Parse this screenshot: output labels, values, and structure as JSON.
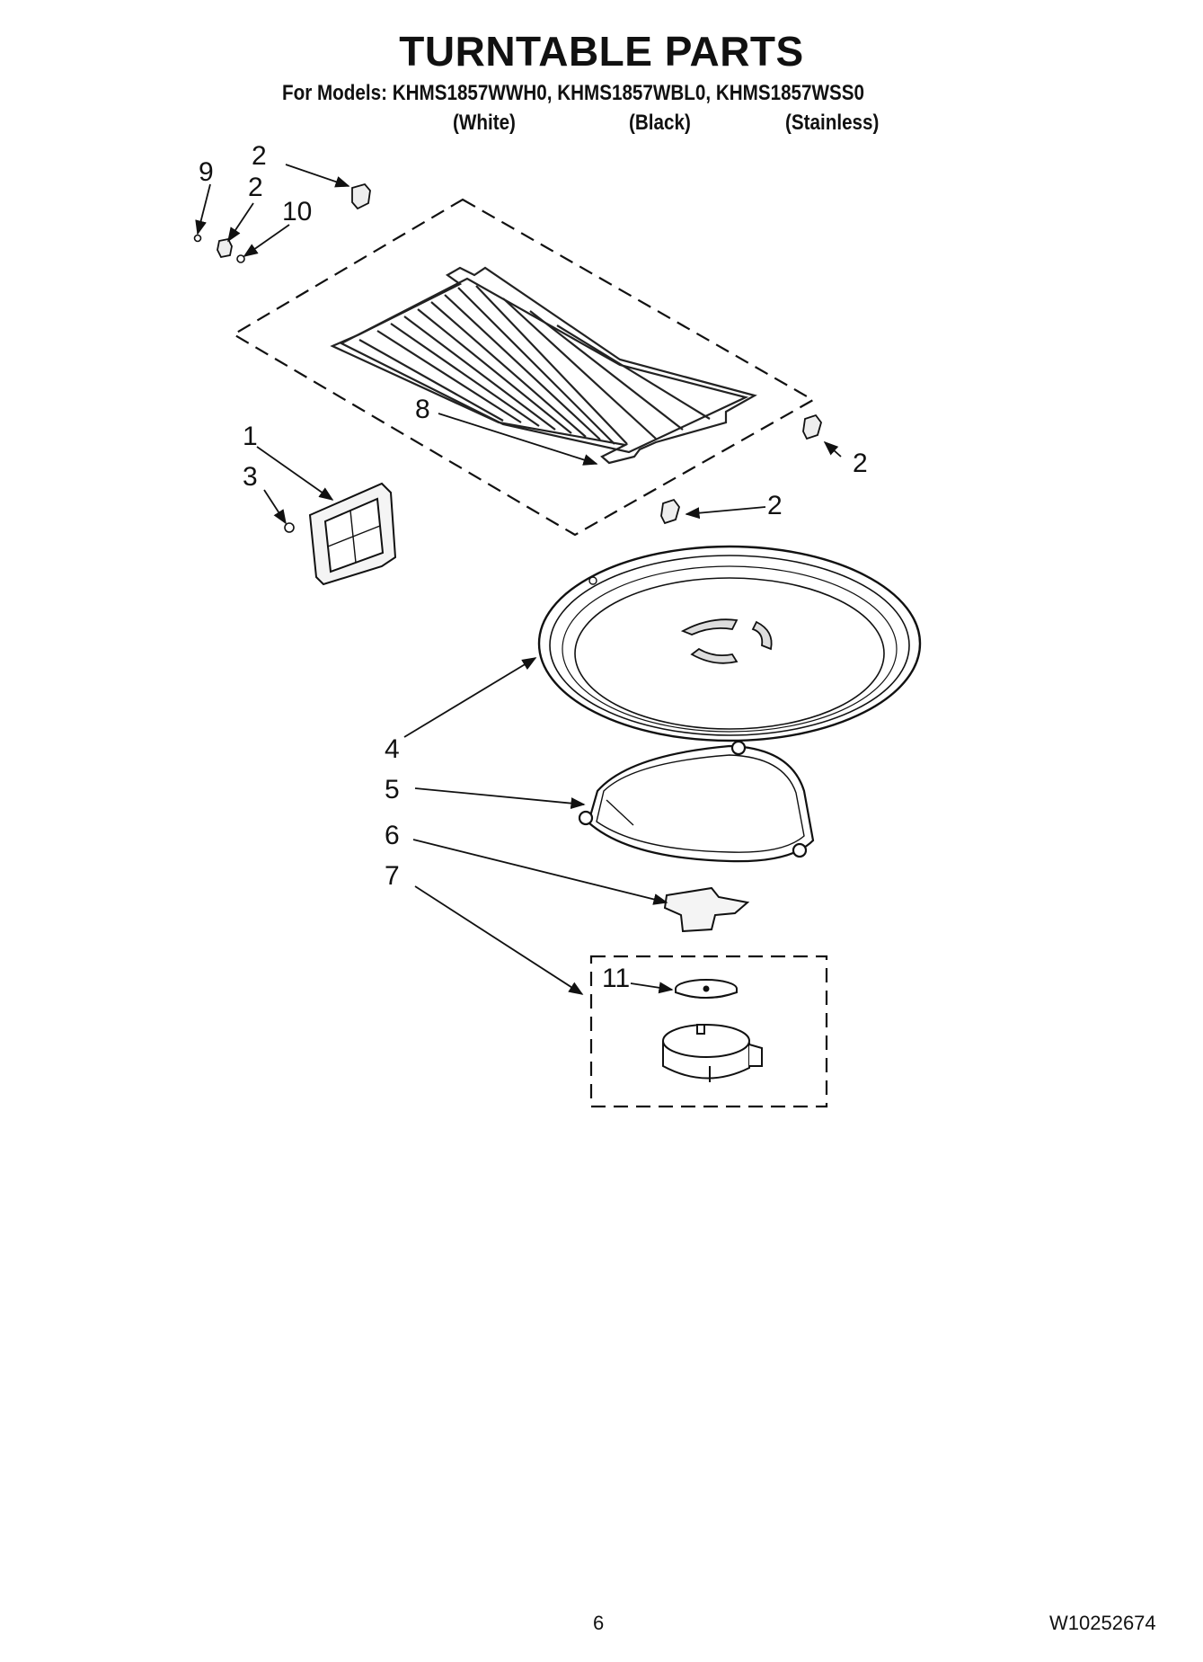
{
  "header": {
    "title": "TURNTABLE PARTS",
    "models": "For Models: KHMS1857WWH0, KHMS1857WBL0, KHMS1857WSS0",
    "variants": [
      "(White)",
      "(Black)",
      "(Stainless)"
    ]
  },
  "callouts": {
    "c1": "1",
    "c2a": "2",
    "c2b": "2",
    "c2c": "2",
    "c2d": "2",
    "c3": "3",
    "c4": "4",
    "c5": "5",
    "c6": "6",
    "c7": "7",
    "c8": "8",
    "c9": "9",
    "c10": "10",
    "c11": "11"
  },
  "footer": {
    "page": "6",
    "doc": "W10252674"
  }
}
